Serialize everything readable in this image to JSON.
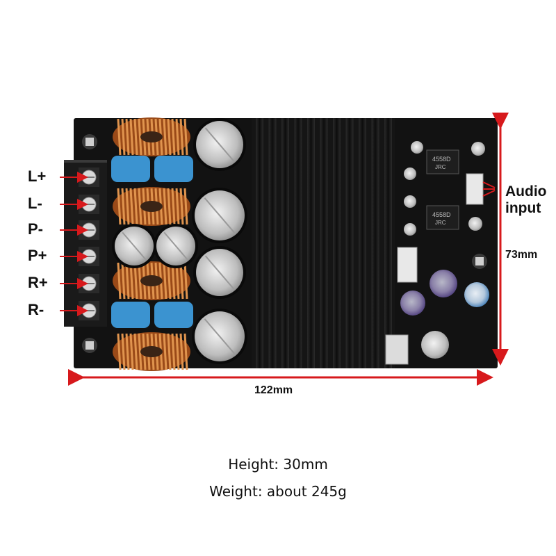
{
  "terminals": [
    "L+",
    "L-",
    "P-",
    "P+",
    "R+",
    "R-"
  ],
  "audio_input": {
    "line1": "Audio",
    "line2": "input"
  },
  "dimensions": {
    "width": "122mm",
    "height": "73mm"
  },
  "specs": {
    "height": "Height: 30mm",
    "weight": "Weight: about 245g"
  },
  "chip_markings": {
    "chip1": "4558D",
    "chip1_sub": "JRC",
    "chip2": "4558D",
    "chip2_sub": "JRC"
  },
  "colors": {
    "pcb": "#121212",
    "arrow": "#d7191c",
    "inductor": "#c8702a",
    "film_cap": "#3b93d0",
    "heatsink": "#1c1c1c"
  }
}
